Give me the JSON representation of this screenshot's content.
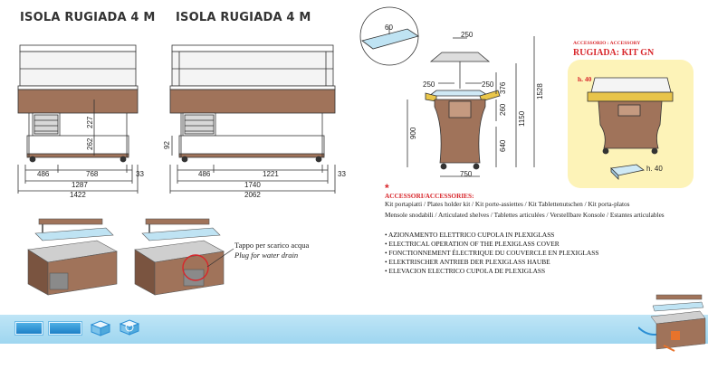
{
  "left_drawing": {
    "title": "ISOLA RUGIADA 4 M",
    "dims": {
      "d227": "227",
      "d262": "262",
      "d486": "486",
      "d768": "768",
      "d33": "33",
      "d1287": "1287",
      "d1422": "1422"
    }
  },
  "middle_drawing": {
    "title": "ISOLA RUGIADA 4 M",
    "dims": {
      "d92": "92",
      "d486": "486",
      "d1221": "1221",
      "d33": "33",
      "d1740": "1740",
      "d2062": "2062"
    }
  },
  "side_view": {
    "dims": {
      "d60": "60",
      "d250_top": "250",
      "d250_left": "250",
      "d250_right": "250",
      "d376": "376",
      "d260": "260",
      "d1150": "1150",
      "d1528": "1528",
      "d900": "900",
      "d640": "640",
      "d750": "750"
    }
  },
  "accessory": {
    "label": "ACCESSORIO : ACCESSORY",
    "title": "RUGIADA: KIT GN",
    "h_label": "h. 40",
    "tray_label": "h. 40"
  },
  "accessories_note": {
    "asterisk": "*",
    "heading": "ACCESSORI/ACCESSORIES:",
    "line1": "Kit portapiatti / Plates holder kit / Kit porte-assiettes / Kit Tablettenutschen / Kit porta-platos",
    "line2": "Mensole snodabili / Articulated shelves / Tablettes articulées / Verstellbare Konsole / Estantes articulables"
  },
  "drain_note": {
    "it": "Tappo per scarico acqua",
    "en": "Plug for water drain"
  },
  "features": [
    "• AZIONAMENTO ELETTRICO CUPOLA IN PLEXIGLASS",
    "• ELECTRICAL OPERATION OF THE PLEXIGLASS COVER",
    "• FONCTIONNEMENT ÉLECTRIQUE DU COUVERCLE EN PLEXIGLASS",
    "• ELEKTRISCHER ANTRIEB DER PLEXIGLASS HAUBE",
    "• ELEVACION ELECTRICO CUPOLA DE PLEXIGLASS"
  ],
  "colors": {
    "wood": "#a0735a",
    "wood_dark": "#7a5440",
    "band": "#a9dbf2",
    "button": "#2a8ed4",
    "accent_red": "#d8262b",
    "accessory_bg": "#fdf3b8",
    "plexi": "#bfe3f3"
  },
  "icons": [
    "view-toggle-button",
    "view-toggle-button",
    "cube-icon",
    "cube-icon"
  ]
}
